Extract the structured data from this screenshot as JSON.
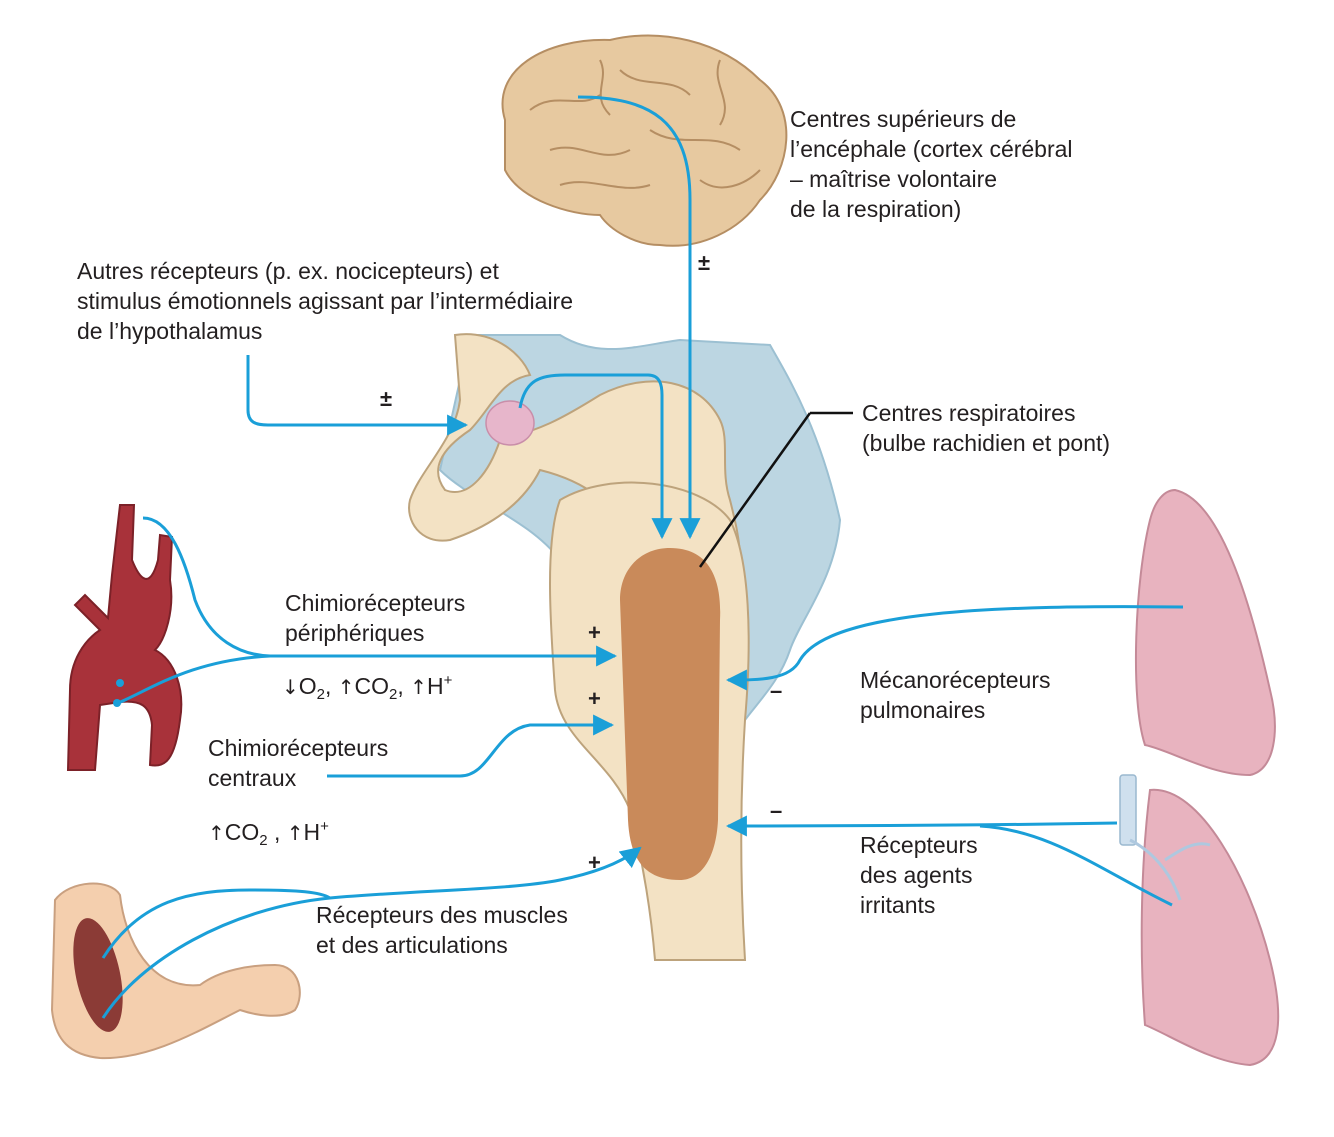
{
  "labels": {
    "higher_centers": [
      "Centres supérieurs de",
      "l’encéphale (cortex cérébral",
      "– maîtrise volontaire",
      "de la respiration)"
    ],
    "other_receptors": [
      "Autres récepteurs (p. ex. nocicepteurs) et",
      "stimulus émotionnels agissant par l’intermédiaire",
      "de l’hypothalamus"
    ],
    "respiratory_centers": [
      "Centres respiratoires",
      "(bulbe rachidien et pont)"
    ],
    "peripheral_chemoreceptors": [
      "Chimiorécepteurs",
      "périphériques"
    ],
    "central_chemoreceptors": [
      "Chimiorécepteurs",
      "centraux"
    ],
    "pulmonary_mechanoreceptors": [
      "Mécanorécepteurs",
      "pulmonaires"
    ],
    "irritant_receptors": [
      "Récepteurs",
      "des agents",
      "irritants"
    ],
    "muscle_joint_receptors": [
      "Récepteurs des muscles",
      "et des articulations"
    ]
  },
  "formulas": {
    "peripheral": {
      "o2_arrow": "↓",
      "o2": "O",
      "o2_sub": "2",
      "sep1": ",",
      "co2_arrow": "↑",
      "co2": "CO",
      "co2_sub": "2",
      "sep2": ",",
      "h_arrow": "↑",
      "h": "H",
      "h_sup": "+"
    },
    "central": {
      "co2_arrow": "↑",
      "co2": "CO",
      "co2_sub": "2",
      "sep": " ,",
      "h_arrow": "↑",
      "h": "H",
      "h_sup": "+"
    }
  },
  "signs": {
    "cortex": "±",
    "hypothalamus": "±",
    "peripheral": "+",
    "central": "+",
    "muscles": "+",
    "mechanoreceptors": "–",
    "irritants": "–"
  },
  "colors": {
    "pathway": "#1a9fd8",
    "medulla_center": "#c98a5a",
    "brainstem": "#f3e2c4",
    "csf": "#bcd6e2",
    "hypothalamus": "#e7b6cb",
    "brain": "#e7c9a0",
    "lung": "#e8b3bf",
    "aorta": "#a8323a",
    "skin": "#f4cfae"
  }
}
